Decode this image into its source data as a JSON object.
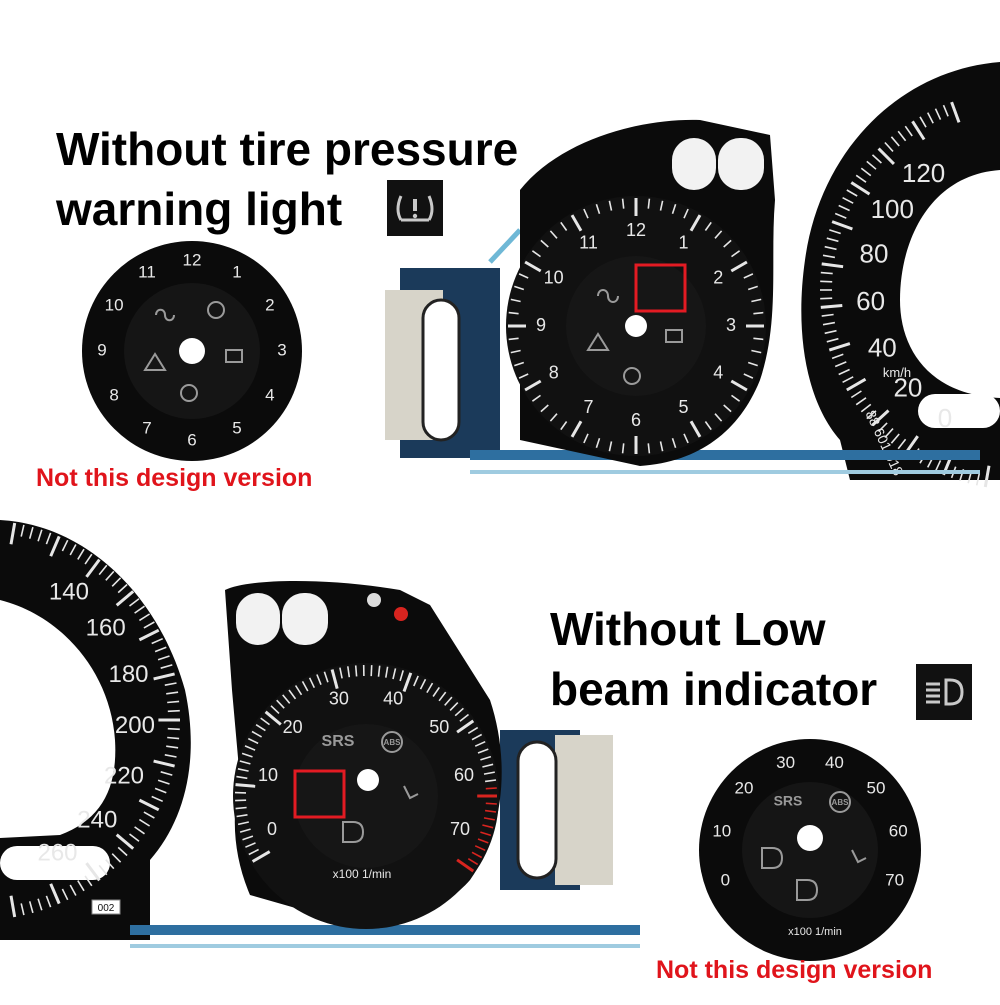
{
  "top_section": {
    "heading_line1": "Without tire pressure",
    "heading_line2": "warning light",
    "note": "Not this design version",
    "clock_numbers": [
      "12",
      "1",
      "2",
      "3",
      "4",
      "5",
      "6",
      "7",
      "8",
      "9",
      "10",
      "11"
    ],
    "speed_numbers": [
      "0",
      "20",
      "40",
      "60",
      "80",
      "100",
      "120"
    ],
    "speed_unit": "km/h",
    "part_number": "88 601 018"
  },
  "bottom_section": {
    "heading_line1": "Without Low",
    "heading_line2": "beam indicator",
    "note": "Not this design version",
    "rpm_numbers": [
      "0",
      "10",
      "20",
      "30",
      "40",
      "50",
      "60",
      "70"
    ],
    "rpm_unit": "x100 1/min",
    "srs_label": "SRS",
    "abs_label": "ABS",
    "speed_numbers": [
      "140",
      "160",
      "180",
      "200",
      "220",
      "240",
      "260"
    ],
    "code_label": "002"
  },
  "colors": {
    "dial": "#0b0b0b",
    "note_red": "#e0141b",
    "highlight_red": "#e31b23",
    "redline": "#d8241f",
    "pcb_blue": "#2e6fa0"
  }
}
